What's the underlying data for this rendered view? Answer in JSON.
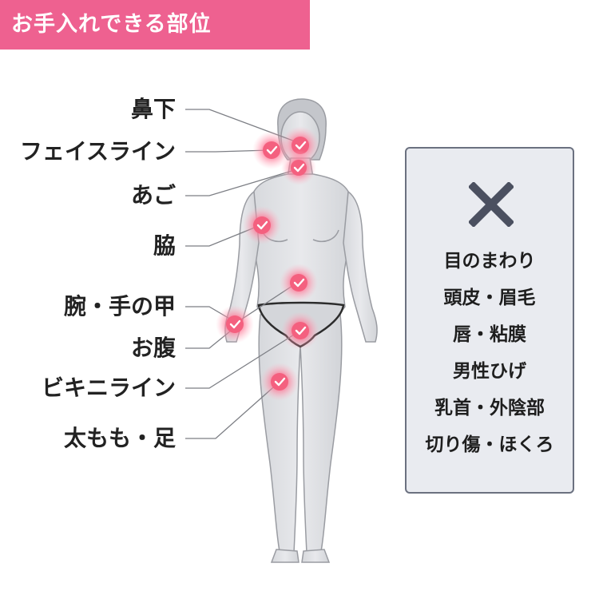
{
  "header": {
    "title": "お手入れできる部位",
    "color": "#ee6190"
  },
  "body_areas": [
    "鼻下",
    "フェイスライン",
    "あご",
    "脇",
    "腕・手の甲",
    "お腹",
    "ビキニライン",
    "太もも・足"
  ],
  "figure": {
    "description_icon": "human-body-silhouette",
    "marker_icon": "check-mark-icon",
    "marker_color": "#f4607f"
  },
  "excluded": {
    "icon": "cross-icon",
    "items": [
      "目のまわり",
      "頭皮・眉毛",
      "唇・粘膜",
      "男性ひげ",
      "乳首・外陰部",
      "切り傷・ほくろ"
    ]
  }
}
